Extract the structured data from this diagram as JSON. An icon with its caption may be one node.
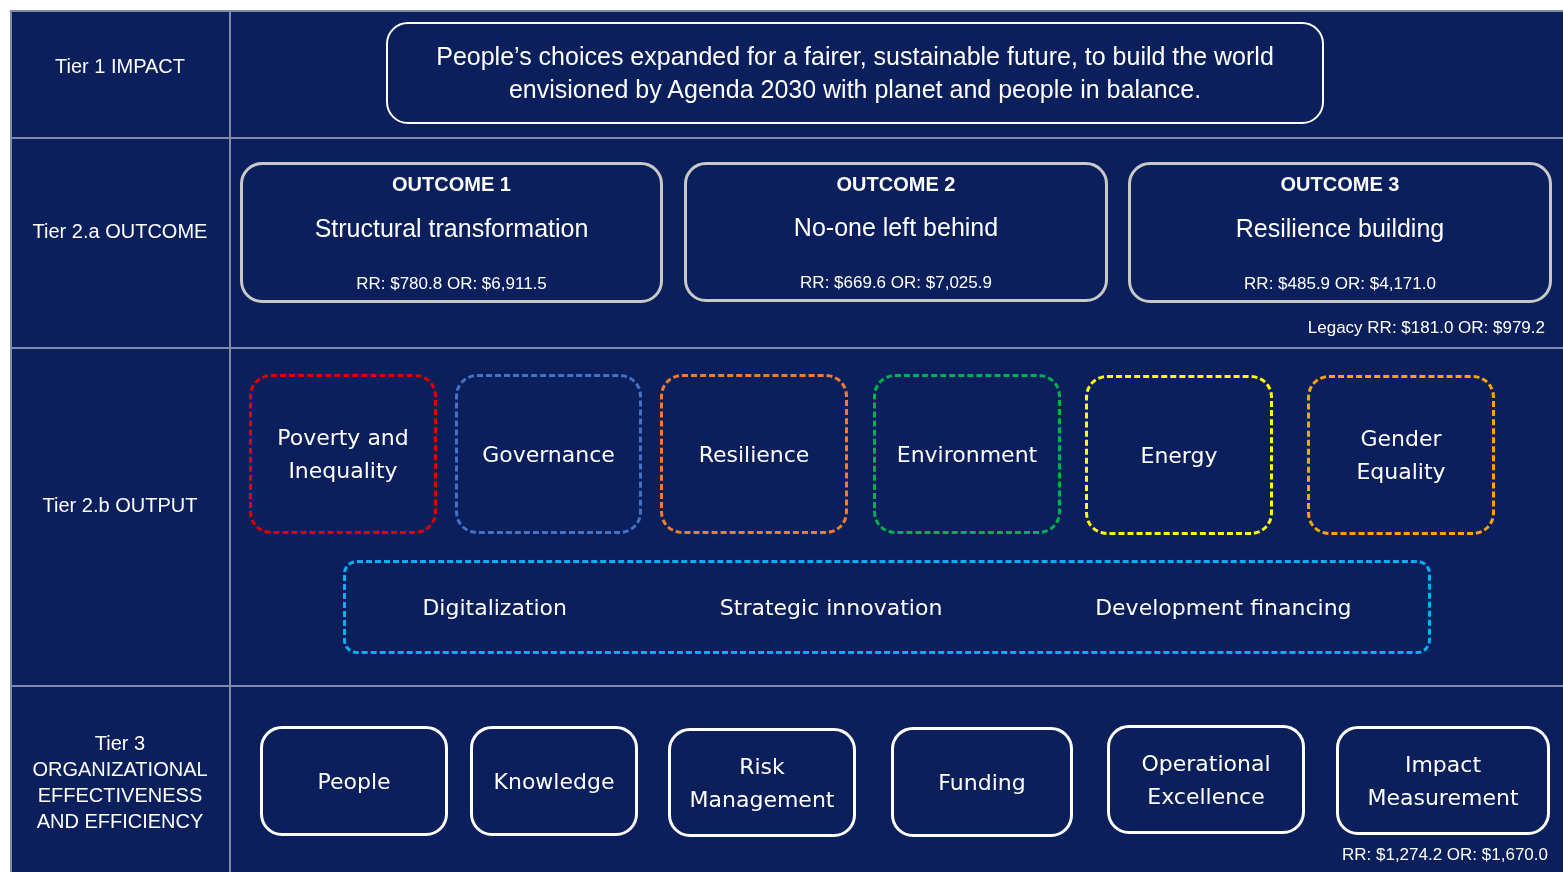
{
  "diagram": {
    "nodes": [
      {
        "text": [
          "People’s choices expanded for a fairer, sustainable future, to build the world envisioned by Agenda 2030 with planet and people in balance."
        ]
      },
      {
        "text": [
          "OUTCOME 1",
          "Structural transformation",
          "RR: $780.8 OR: $6,911.5"
        ]
      },
      {
        "text": [
          "OUTCOME 2",
          "No-one left behind",
          "RR: $669.6 OR: $7,025.9"
        ]
      },
      {
        "text": [
          "OUTCOME 3",
          "Resilience building",
          "RR: $485.9 OR: $4,171.0"
        ]
      },
      {
        "text": [
          "Poverty and Inequality"
        ]
      },
      {
        "text": [
          "Governance"
        ]
      },
      {
        "text": [
          "Resilience"
        ]
      },
      {
        "text": [
          "Environment"
        ]
      },
      {
        "text": [
          "Energy"
        ]
      },
      {
        "text": [
          "Gender Equality"
        ]
      },
      {
        "text": [
          "Digitalization",
          "Strategic innovation",
          "Development financing"
        ]
      },
      {
        "text": [
          "People"
        ]
      },
      {
        "text": [
          "Knowledge"
        ]
      },
      {
        "text": [
          "Risk Management"
        ]
      },
      {
        "text": [
          "Funding"
        ]
      },
      {
        "text": [
          "Operational Excellence"
        ]
      },
      {
        "text": [
          "Impact Measurement"
        ]
      }
    ],
    "labels": [
      "Tier 1 IMPACT",
      "Tier 2.a OUTCOME",
      "Legacy RR: $181.0 OR: $979.2",
      "Tier 2.b OUTPUT",
      "Tier 3 ORGANIZATIONAL EFFECTIVENESS AND EFFICIENCY",
      "RR: $1,274.2 OR: $1,670.0"
    ]
  }
}
